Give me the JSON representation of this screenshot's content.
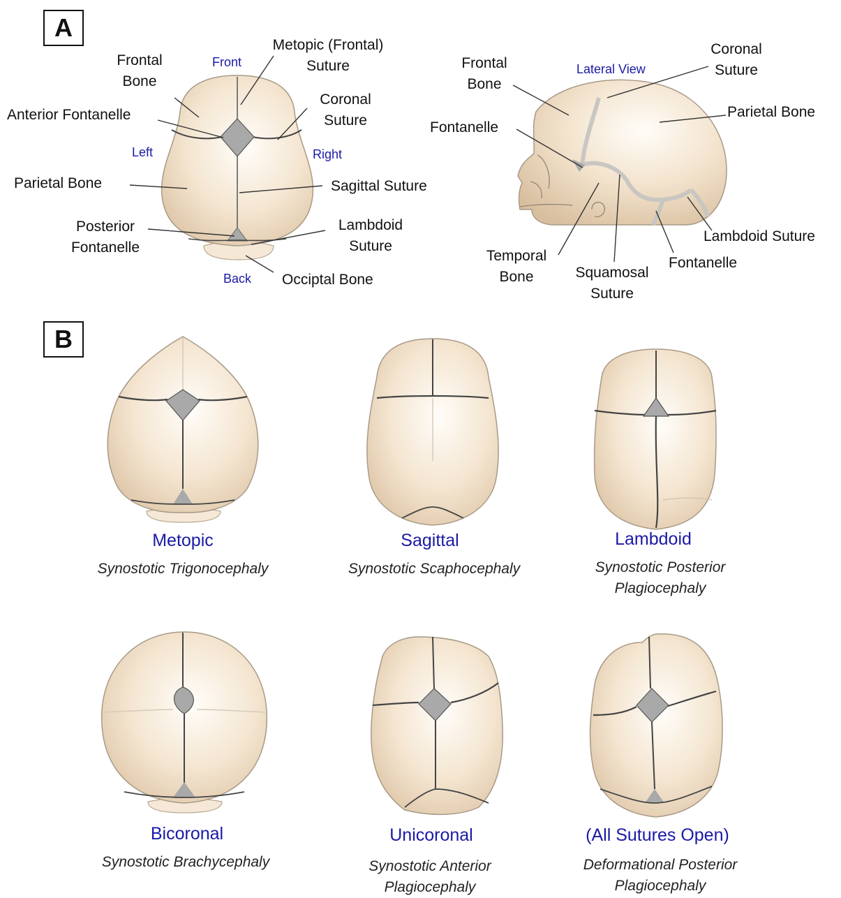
{
  "panels": {
    "a": "A",
    "b": "B"
  },
  "top_view": {
    "labels": {
      "frontal_bone": "Frontal\nBone",
      "metopic": "Metopic (Frontal)\nSuture",
      "anterior_fontanelle": "Anterior Fontanelle",
      "coronal": "Coronal\nSuture",
      "parietal": "Parietal Bone",
      "sagittal": "Sagittal Suture",
      "posterior_fontanelle": "Posterior\nFontanelle",
      "lambdoid": "Lambdoid\nSuture",
      "occipital": "Occiptal Bone"
    },
    "directions": {
      "front": "Front",
      "left": "Left",
      "right": "Right",
      "back": "Back"
    }
  },
  "lateral_view": {
    "title": "Lateral View",
    "labels": {
      "frontal_bone": "Frontal\nBone",
      "coronal": "Coronal\nSuture",
      "parietal": "Parietal Bone",
      "fontanelle_front": "Fontanelle",
      "temporal": "Temporal\nBone",
      "squamosal": "Squamosal\nSuture",
      "fontanelle_back": "Fontanelle",
      "lambdoid": "Lambdoid Suture"
    }
  },
  "skulls": [
    {
      "title": "Metopic",
      "subtitle": "Synostotic Trigonocephaly"
    },
    {
      "title": "Sagittal",
      "subtitle": "Synostotic Scaphocephaly"
    },
    {
      "title": "Lambdoid",
      "subtitle": "Synostotic Posterior\nPlagiocephaly"
    },
    {
      "title": "Bicoronal",
      "subtitle": "Synostotic Brachycephaly"
    },
    {
      "title": "Unicoronal",
      "subtitle": "Synostotic Anterior\nPlagiocephaly"
    },
    {
      "title": "(All Sutures Open)",
      "subtitle": "Deformational Posterior\nPlagiocephaly"
    }
  ],
  "colors": {
    "bone": "#f1e0c8",
    "bone_edge": "#a89a87",
    "suture": "#3a3a3a",
    "fontanelle": "#a9a9a9",
    "label_blue": "#1a1aa6"
  }
}
